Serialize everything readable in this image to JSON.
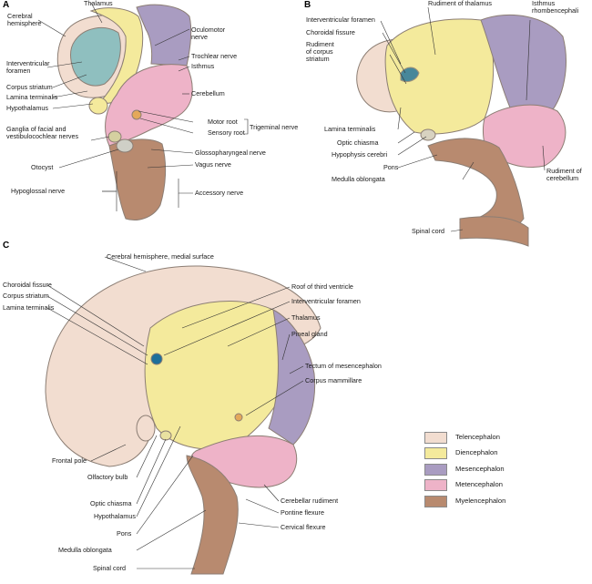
{
  "panels": {
    "a": "A",
    "b": "B",
    "c": "C"
  },
  "colors": {
    "telencephalon": "#f2ddd0",
    "diencephalon": "#f4ea9c",
    "mesencephalon": "#a99cc1",
    "metencephalon": "#eeb3c8",
    "myelencephalon": "#b88a6f",
    "ventricle": "#8fbfbf",
    "foramen": "#1d6f9a",
    "outline": "#8c7e74"
  },
  "legend": [
    {
      "label": "Telencephalon",
      "color_key": "telencephalon"
    },
    {
      "label": "Diencephalon",
      "color_key": "diencephalon"
    },
    {
      "label": "Mesencephalon",
      "color_key": "mesencephalon"
    },
    {
      "label": "Metencephalon",
      "color_key": "metencephalon"
    },
    {
      "label": "Myelencephalon",
      "color_key": "myelencephalon"
    }
  ],
  "labels_a": {
    "thalamus": "Thalamus",
    "cerebral_hemisphere": "Cerebral\nhemisphere",
    "interventricular_foramen": "Interventricular\nforamen",
    "corpus_striatum": "Corpus striatum",
    "lamina_terminalis": "Lamina terminalis",
    "hypothalamus": "Hypothalamus",
    "ganglia": "Ganglia of facial and\nvestibulocochlear nerves",
    "otocyst": "Otocyst",
    "hypoglossal": "Hypoglossal nerve",
    "oculomotor": "Oculomotor\nnerve",
    "trochlear": "Trochlear nerve",
    "isthmus": "Isthmus",
    "cerebellum": "Cerebellum",
    "motor_root": "Motor root",
    "sensory_root": "Sensory root",
    "trigeminal": "Trigeminal nerve",
    "glossopharyngeal": "Glossopharyngeal nerve",
    "vagus": "Vagus nerve",
    "accessory": "Accessory nerve"
  },
  "labels_b": {
    "interventricular_foramen": "Interventricular foramen",
    "choroidal_fissure": "Choroidal fissure",
    "rudiment_corpus_striatum": "Rudiment\nof corpus\nstriatum",
    "rudiment_thalamus": "Rudiment of thalamus",
    "isthmus_rhomb": "Isthmus\nrhombencephali",
    "lamina_terminalis": "Lamina terminalis",
    "optic_chiasma": "Optic chiasma",
    "hypophysis": "Hypophysis cerebri",
    "pons": "Pons",
    "medulla": "Medulla oblongata",
    "rudiment_cerebellum": "Rudiment of\ncerebellum",
    "spinal_cord": "Spinal cord"
  },
  "labels_c": {
    "cerebral_hemisphere_medial": "Cerebral hemisphere, medial surface",
    "choroidal_fissure": "Choroidal fissure",
    "corpus_striatum": "Corpus striatum",
    "lamina_terminalis": "Lamina terminalis",
    "roof_third_ventricle": "Roof of third ventricle",
    "interventricular_foramen": "Interventricular foramen",
    "thalamus": "Thalamus",
    "pineal_gland": "Pineal gland",
    "tectum": "Tectum of mesencephalon",
    "corpus_mammillare": "Corpus mammillare",
    "frontal_pole": "Frontal pole",
    "olfactory_bulb": "Olfactory bulb",
    "optic_chiasma": "Optic chiasma",
    "hypothalamus": "Hypothalamus",
    "pons": "Pons",
    "medulla": "Medulla oblongata",
    "spinal_cord": "Spinal cord",
    "cerebellar_rudiment": "Cerebellar rudiment",
    "pontine_flexure": "Pontine flexure",
    "cervical_flexure": "Cervical flexure"
  }
}
